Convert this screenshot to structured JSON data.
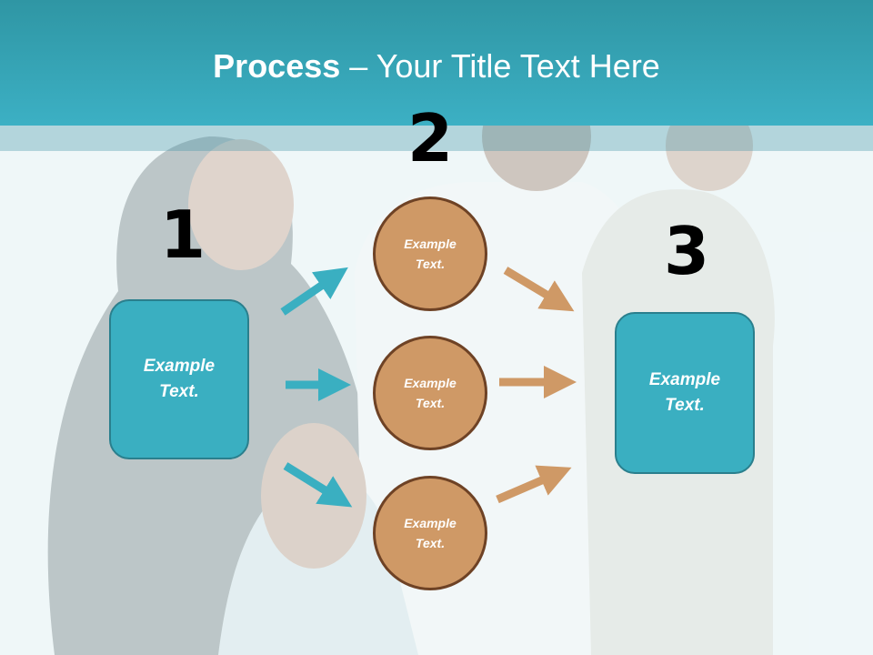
{
  "slide": {
    "title_bold": "Process",
    "title_rest": " – Your Title Text Here"
  },
  "steps": {
    "step1": {
      "number": "1",
      "box_text": "Example\nText."
    },
    "step2": {
      "number": "2",
      "circles": [
        {
          "text": "Example\nText."
        },
        {
          "text": "Example\nText."
        },
        {
          "text": "Example\nText."
        }
      ]
    },
    "step3": {
      "number": "3",
      "box_text": "Example\nText."
    }
  },
  "colors": {
    "header": "#3aaec2",
    "box_fill": "#3aafc1",
    "circle_fill": "#cf9966",
    "circle_border": "#6e4225",
    "arrow_teal": "#3aafc1",
    "arrow_tan": "#cf9966"
  }
}
